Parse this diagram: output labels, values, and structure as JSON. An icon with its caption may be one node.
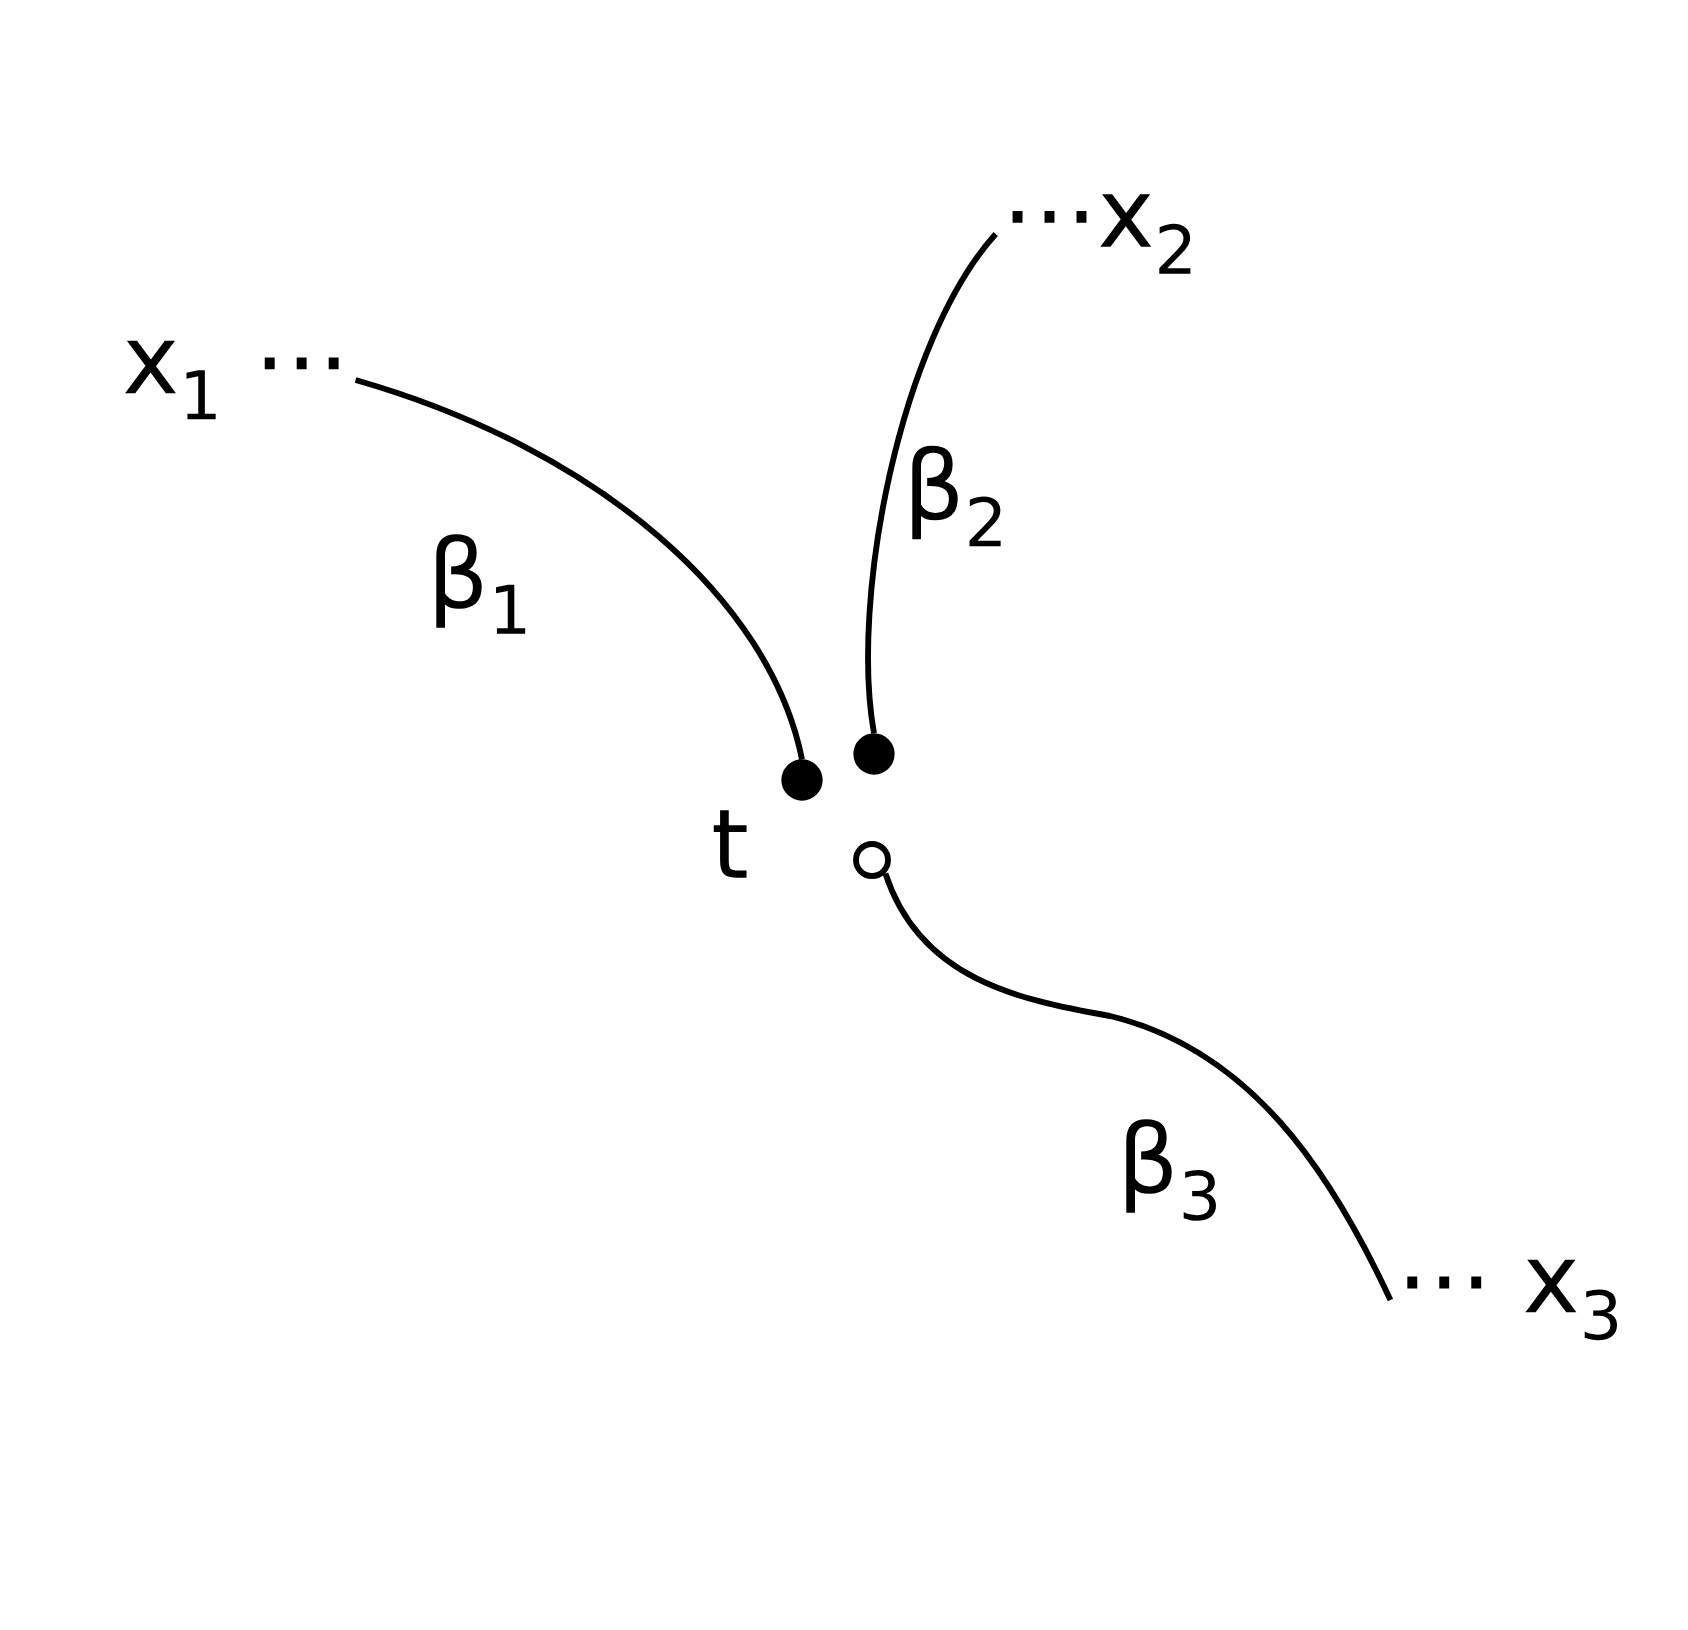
{
  "diagram": {
    "nodes": [
      {
        "text": [
          "x$_{1}$ ⋯"
        ]
      },
      {
        "text": [
          "⋯x$_{2}$"
        ]
      },
      {
        "text": [
          "⋯ x$_{3}$"
        ]
      },
      {
        "text": [],
        "shape": "dot",
        "beside": [
          "t"
        ]
      },
      {
        "text": [],
        "shape": "dot"
      },
      {
        "text": [],
        "shape": "circle"
      }
    ],
    "edges": [
      {
        "from": 0,
        "to": 3,
        "arrow": "none",
        "label": "β$_{1}$"
      },
      {
        "from": 1,
        "to": 4,
        "arrow": "none",
        "label": "β$_{2}$"
      },
      {
        "from": 5,
        "to": 2,
        "arrow": "none",
        "label": "β$_{3}$"
      }
    ]
  }
}
